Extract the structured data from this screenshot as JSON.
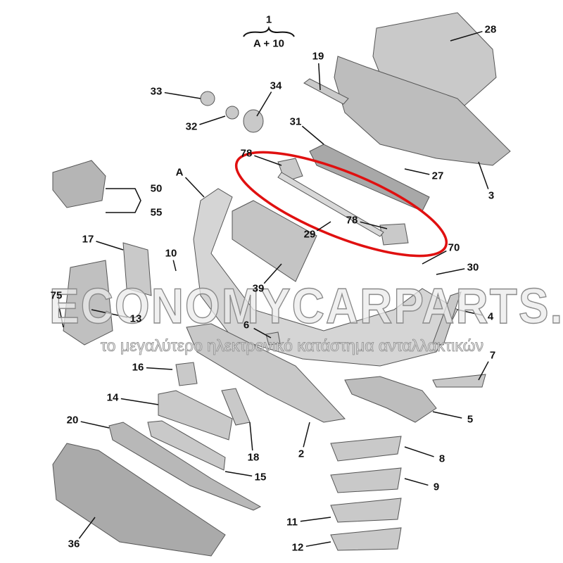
{
  "diagram": {
    "assembly": {
      "number": "1",
      "formula": "A + 10"
    },
    "labels": [
      "28",
      "19",
      "33",
      "34",
      "32",
      "31",
      "78",
      "27",
      "3",
      "A",
      "50",
      "55",
      "29",
      "78",
      "17",
      "70",
      "10",
      "30",
      "39",
      "75",
      "13",
      "4",
      "6",
      "16",
      "7",
      "14",
      "20",
      "5",
      "2",
      "18",
      "8",
      "15",
      "9",
      "36",
      "11",
      "12"
    ],
    "highlight_color": "#e01010"
  },
  "watermark": {
    "brand": "ECONOMYCARPARTS.gr",
    "tagline": "το μεγαλύτερο ηλεκτρονικό κατάστημα ανταλλακτικών"
  }
}
